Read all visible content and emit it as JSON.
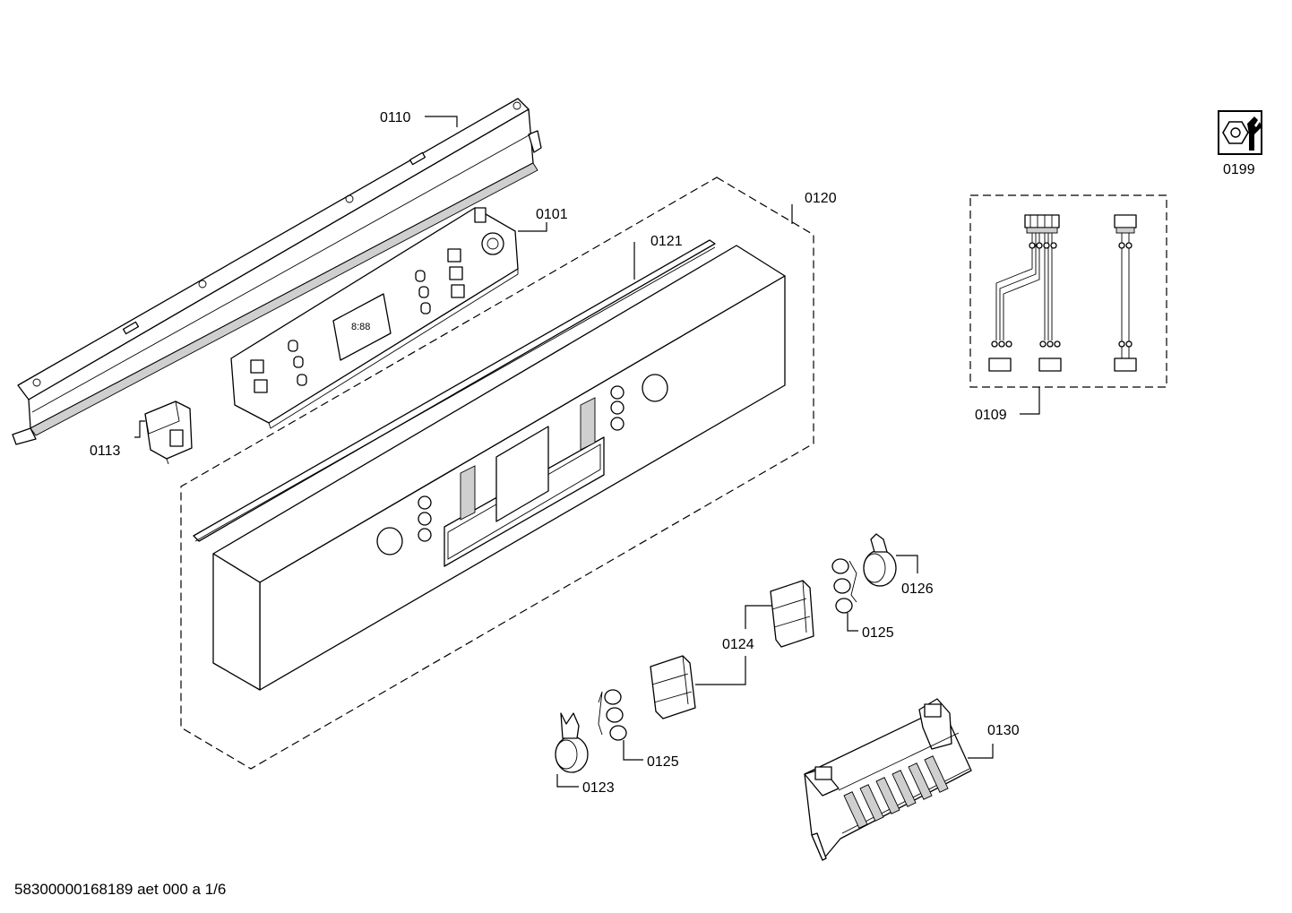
{
  "labels": {
    "p0110": "0110",
    "p0101": "0101",
    "p0120": "0120",
    "p0121": "0121",
    "p0113": "0113",
    "p0199": "0199",
    "p0109": "0109",
    "p0126": "0126",
    "p0125a": "0125",
    "p0124": "0124",
    "p0125b": "0125",
    "p0123": "0123",
    "p0130": "0130"
  },
  "footer": {
    "document_id": "58300000168189 aet 000 a 1/6"
  },
  "icons": {
    "tool": "wrench-nut-icon"
  }
}
